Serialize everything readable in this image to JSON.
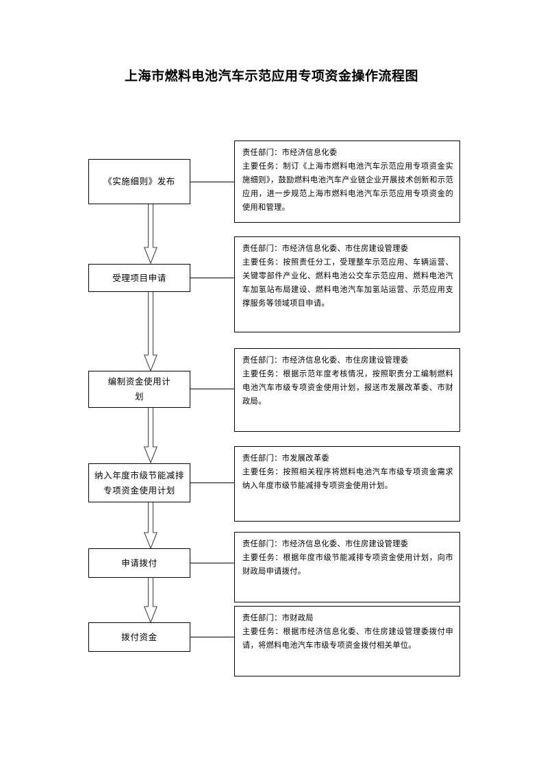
{
  "document": {
    "title": "上海市燃料电池汽车示范应用专项资金操作流程图"
  },
  "labels": {
    "responsible_prefix": "责任部门：",
    "task_prefix": "主要任务："
  },
  "flow": {
    "steps": [
      {
        "id": "step-publish-rules",
        "box_label": "《实施细则》发布",
        "responsible": "责任部门：市经济信息化委",
        "task": "主要任务：制订《上海市燃料电池汽车示范应用专项资金实施细则》，鼓励燃料电池汽车产业链企业开展技术创新和示范应用，进一步规范上海市燃料电池汽车示范应用专项资金的使用和管理。"
      },
      {
        "id": "step-accept-application",
        "box_label": "受理项目申请",
        "responsible": "责任部门：市经济信息化委、市住房建设管理委",
        "task": "主要任务：按照责任分工，受理整车示范应用、车辆运营、关键零部件产业化、燃料电池公交车示范应用、燃料电池汽车加氢站布局建设、燃料电池汽车加氢站运营、示范应用支撑服务等领域项目申请。"
      },
      {
        "id": "step-prepare-fund-plan",
        "box_label": "编制资金使用计划",
        "responsible": "责任部门：市经济信息化委、市住房建设管理委",
        "task": "主要任务：根据示范年度考核情况，按照职责分工编制燃料电池汽车市级专项资金使用计划，报送市发展改革委、市财政局。"
      },
      {
        "id": "step-include-annual-plan",
        "box_label": "纳入年度市级节能减排专项资金使用计划",
        "responsible": "责任部门：市发展改革委",
        "task": "主要任务：按照相关程序将燃料电池汽车市级专项资金需求纳入年度市级节能减排专项资金使用计划。"
      },
      {
        "id": "step-apply-disbursement",
        "box_label": "申请拨付",
        "responsible": "责任部门：市经济信息化委、市住房建设管理委",
        "task": "主要任务：根据年度市级节能减排专项资金使用计划，向市财政局申请拨付。"
      },
      {
        "id": "step-disburse-funds",
        "box_label": "拨付资金",
        "responsible": "责任部门：市财政局",
        "task": "主要任务：根据市经济信息化委、市住房建设管理委拨付申请，将燃料电池汽车市级专项资金拨付相关单位。"
      }
    ]
  },
  "style": {
    "line_color": "#000000",
    "background": "#ffffff",
    "text_color": "#000000"
  }
}
